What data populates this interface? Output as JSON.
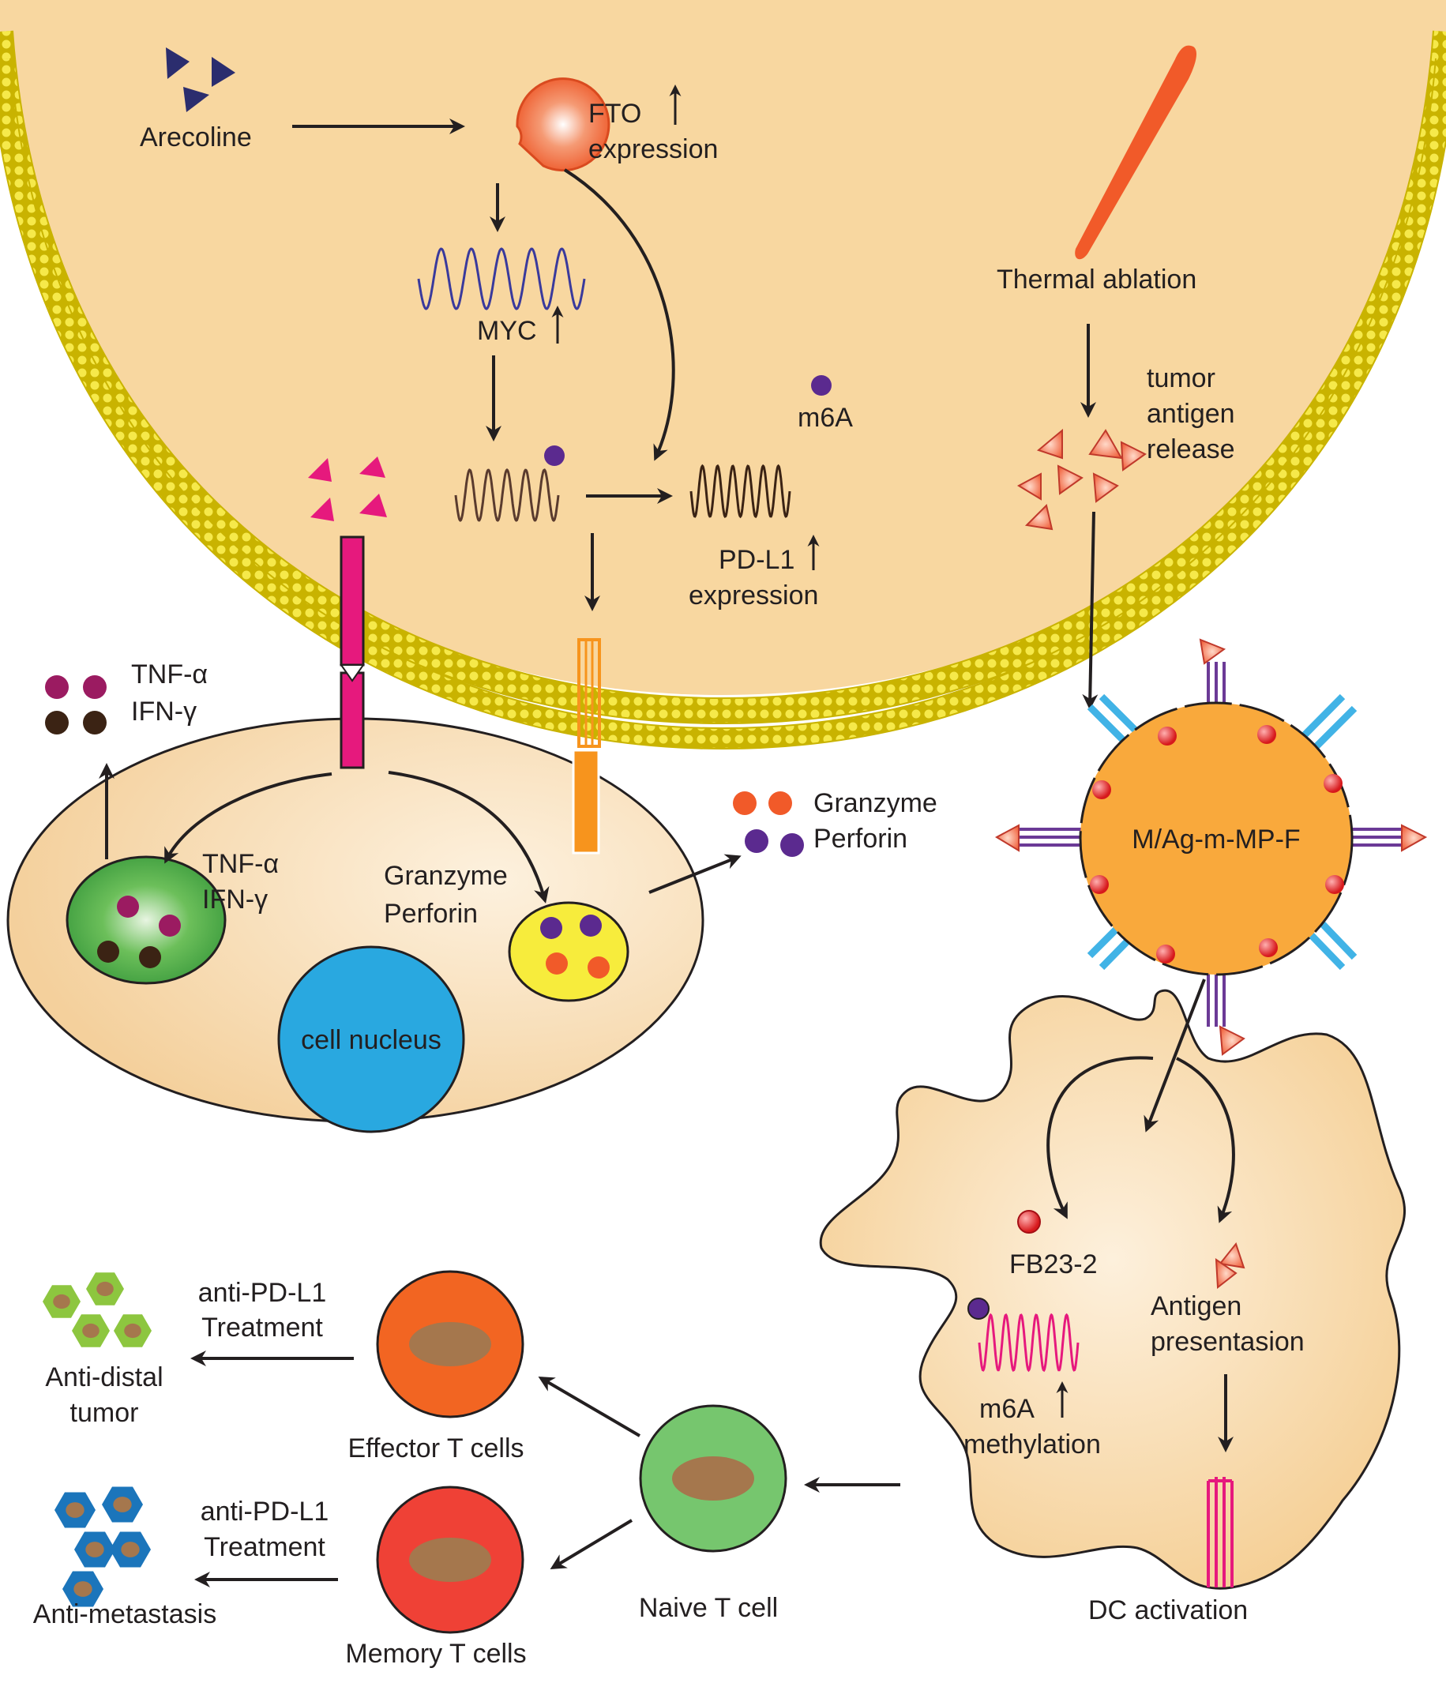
{
  "colors": {
    "tumor_cytoplasm": "#f8d7a0",
    "membrane_yellow": "#f6e94a",
    "tcell_body": "#f6d8a8",
    "nucleus": "#29a8e0",
    "granule_green": "#3e9d3f",
    "granule_yellow": "#f7ec3c",
    "pd1_magenta": "#e6197d",
    "pdl1_orange": "#f7941d",
    "nanoparticle": "#f9a93c",
    "receptor_blue": "#41b3e6",
    "receptor_purple": "#6b3a96",
    "effector": "#f26522",
    "memory": "#ef4136",
    "naive": "#76c66e",
    "cell_core": "#a5774d",
    "distal_hex": "#8dc63f",
    "metastasis_hex": "#1b75bb",
    "arrow": "#231f20"
  },
  "icons": {
    "arecoline": "dark-triangle-icon",
    "fto": "pacman-protein-icon",
    "thermal": "laser-needle-icon",
    "antigen": "orange-triangle-icon",
    "mrna": "mrna-wave-icon",
    "m6a": "purple-dot-icon",
    "up": "up-arrow-icon"
  },
  "labels": {
    "arecoline": "Arecoline",
    "fto_line1": "FTO",
    "fto_line2": "expression",
    "myc": "MYC",
    "m6a": "m6A",
    "pdl1_line1": "PD-L1",
    "pdl1_line2": "expression",
    "thermal_ablation": "Thermal ablation",
    "tumor_line1": "tumor",
    "tumor_line2": "antigen",
    "tumor_line3": "release",
    "tnf_out": "TNF-α",
    "ifn_out": "IFN-γ",
    "tnf_in": "TNF-α",
    "ifn_in": "IFN-γ",
    "granzyme_in": "Granzyme",
    "perforin_in": "Perforin",
    "granzyme_out": "Granzyme",
    "perforin_out": "Perforin",
    "cell_nucleus": "cell nucleus",
    "nanoparticle": "M/Ag-m-MP-F",
    "fb23": "FB23-2",
    "antigen_line1": "Antigen",
    "antigen_line2": "presentasion",
    "m6a_meth_line1": "m6A",
    "m6a_meth_line2": "methylation",
    "dc_activation": "DC  activation",
    "anti_pdl1_1_line1": "anti-PD-L1",
    "anti_pdl1_1_line2": "Treatment",
    "anti_pdl1_2_line1": "anti-PD-L1",
    "anti_pdl1_2_line2": "Treatment",
    "anti_distal_line1": "Anti-distal",
    "anti_distal_line2": "tumor",
    "anti_metastasis": "Anti-metastasis",
    "effector": "Effector T cells",
    "memory": "Memory T cells",
    "naive": "Naive T cell"
  }
}
